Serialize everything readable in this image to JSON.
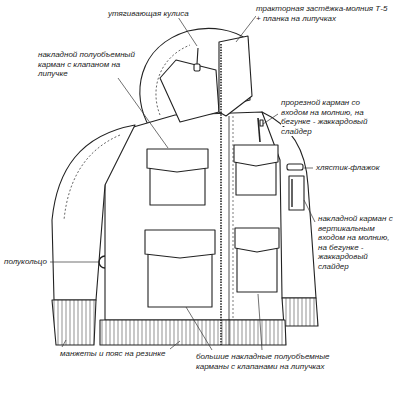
{
  "diagram": {
    "labels": [
      "утягивающая кулиса",
      "тракторная застёжка-молния Т-5 + планка на липучках",
      "накладной полуобъемный карман с клапаном на липучке",
      "прорезной карман со входом на молнию, на бегунке - жаккардовый слайдер",
      "хлястик-флажок",
      "накладной карман с вертикальным входом на молнию, на бегунке - жаккардовый слайдер",
      "полукольцо",
      "манжеты и пояс на резинке",
      "большие накладные полуобъемные карманы с клапанами на липучках"
    ]
  }
}
